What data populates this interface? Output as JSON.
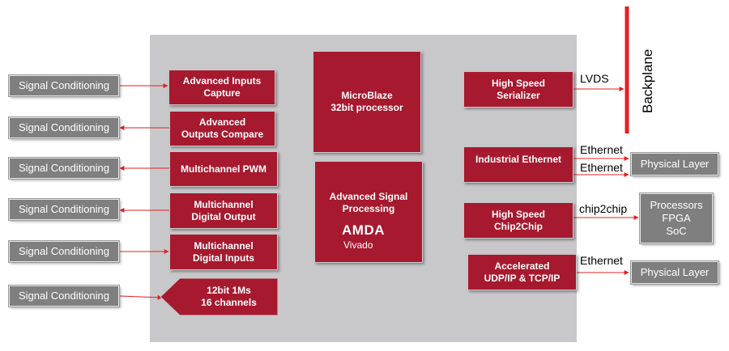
{
  "left_blocks": [
    {
      "conditioning": "Signal Conditioning",
      "module": "Advanced Inputs\nCapture"
    },
    {
      "conditioning": "Signal Conditioning",
      "module": "Advanced\nOutputs Compare"
    },
    {
      "conditioning": "Signal Conditioning",
      "module": "Multichannel PWM"
    },
    {
      "conditioning": "Signal Conditioning",
      "module": "Multichannel\nDigital Output"
    },
    {
      "conditioning": "Signal Conditioning",
      "module": "Multichannel\nDigital Inputs"
    },
    {
      "conditioning": "Signal Conditioning",
      "module": "12bit 1Ms\n16 channels"
    }
  ],
  "center": {
    "microblaze": "MicroBlaze\n32bit processor",
    "dsp": "Advanced Signal\nProcessing",
    "logo_brand": "AMDA",
    "logo_product": "Vivado"
  },
  "right_blocks": {
    "serializer": "High Speed\nSerializer",
    "industrial_ethernet": "Industrial Ethernet",
    "chip2chip": "High Speed\nChip2Chip",
    "udp": "Accelerated\nUDP/IP & TCP/IP"
  },
  "links": {
    "lvds": "LVDS",
    "ethernet_1": "Ethernet",
    "ethernet_2": "Ethernet",
    "chip2chip": "chip2chip",
    "ethernet_3": "Ethernet"
  },
  "external": {
    "backplane": "Backplane",
    "physical_layer_1": "Physical Layer",
    "processors": "Processors\nFPGA\nSoC",
    "physical_layer_2": "Physical Layer"
  },
  "colors": {
    "fpga_block": "#a6192e",
    "external_block": "#7f7f7f",
    "panel": "#c8c8cb",
    "wire": "#e02020"
  }
}
